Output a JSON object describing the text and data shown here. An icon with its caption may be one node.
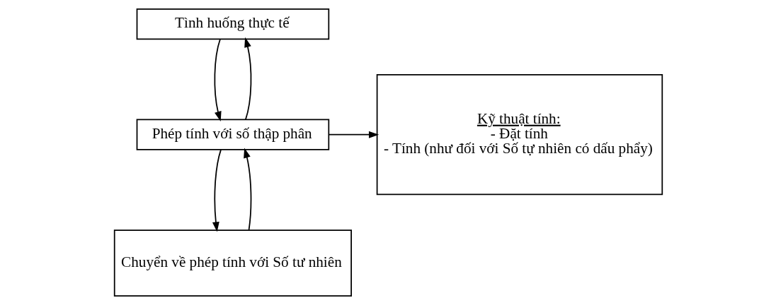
{
  "diagram": {
    "nodes": [
      {
        "text": [
          "Tình huống thực tế"
        ]
      },
      {
        "text": [
          "Phép tính với số thập phân"
        ]
      },
      {
        "text": [
          "Chuyển về phép tính với Số tư nhiên"
        ]
      },
      {
        "text": [
          "Kỹ thuật tính:",
          "- Đặt tính",
          "- Tính (như đối với Số tự nhiên có dấu phẩy)"
        ]
      }
    ],
    "edges": [
      {
        "from": 0,
        "to": 1,
        "arrow": "to"
      },
      {
        "from": 1,
        "to": 0,
        "arrow": "to"
      },
      {
        "from": 1,
        "to": 2,
        "arrow": "to"
      },
      {
        "from": 2,
        "to": 1,
        "arrow": "to"
      },
      {
        "from": 1,
        "to": 3,
        "arrow": "to"
      }
    ]
  }
}
